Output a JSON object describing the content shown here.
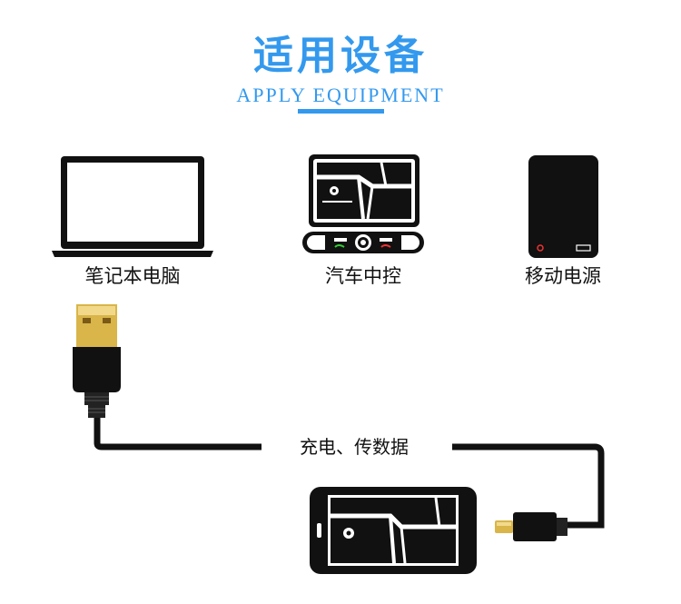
{
  "header": {
    "title": "适用设备",
    "subtitle": "APPLY EQUIPMENT"
  },
  "devices": [
    {
      "label": "笔记本电脑",
      "icon": "laptop-icon"
    },
    {
      "label": "汽车中控",
      "icon": "car-console-icon"
    },
    {
      "label": "移动电源",
      "icon": "power-bank-icon"
    }
  ],
  "cable": {
    "label": "充电、传数据",
    "icons": [
      "usb-a-plug-icon",
      "usb-c-plug-icon",
      "phone-icon"
    ]
  },
  "colors": {
    "accent": "#3399ee",
    "device": "#111111",
    "gold": "#d9b54a"
  }
}
